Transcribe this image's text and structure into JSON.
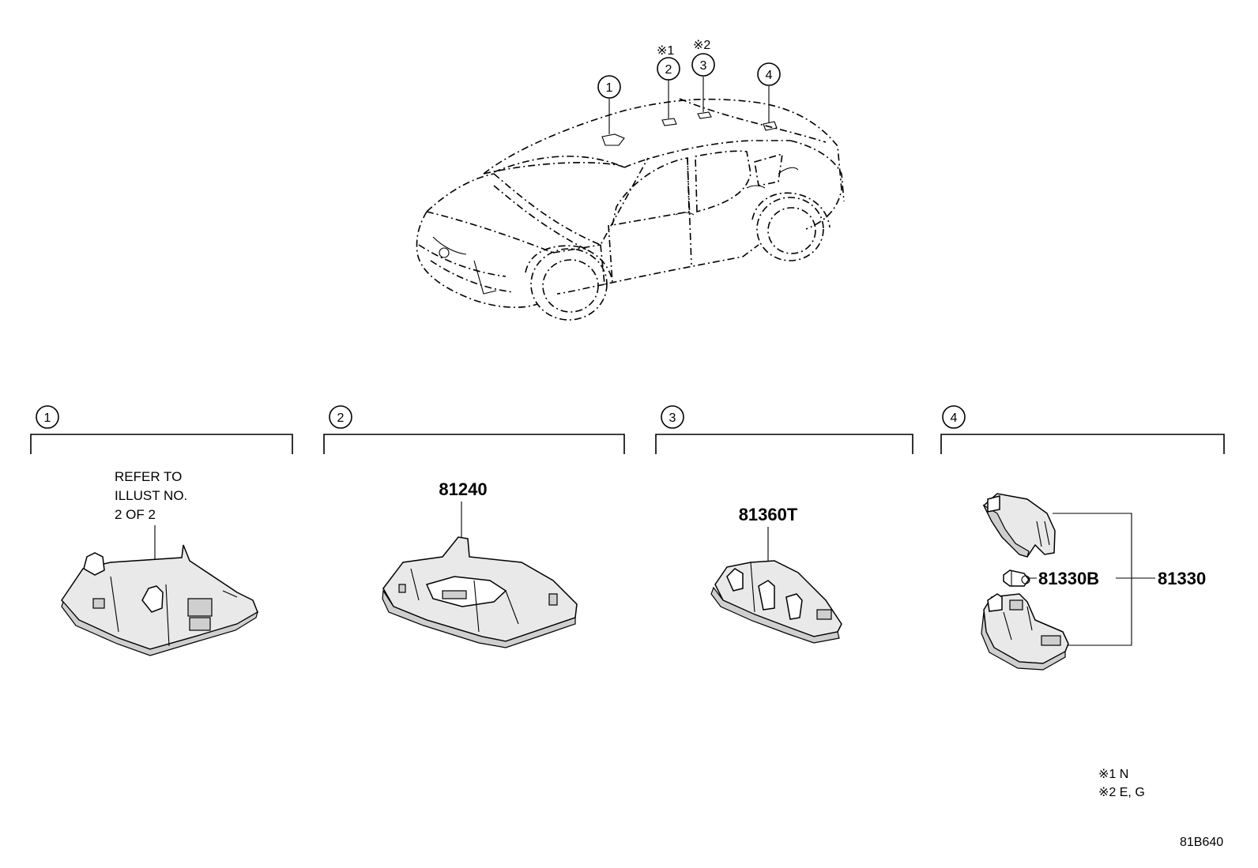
{
  "car_callouts": [
    {
      "num": "1",
      "note": ""
    },
    {
      "num": "2",
      "note": "※1"
    },
    {
      "num": "3",
      "note": "※2"
    },
    {
      "num": "4",
      "note": ""
    }
  ],
  "sections": [
    {
      "num": "1",
      "refer_text": [
        "REFER TO",
        "ILLUST NO.",
        "2 OF 2"
      ]
    },
    {
      "num": "2",
      "part_number": "81240"
    },
    {
      "num": "3",
      "part_number": "81360T"
    },
    {
      "num": "4",
      "part_numbers": [
        "81330B",
        "81330"
      ]
    }
  ],
  "notes": [
    "※1 N",
    "※2 E, G"
  ],
  "illustration_id": "81B640"
}
